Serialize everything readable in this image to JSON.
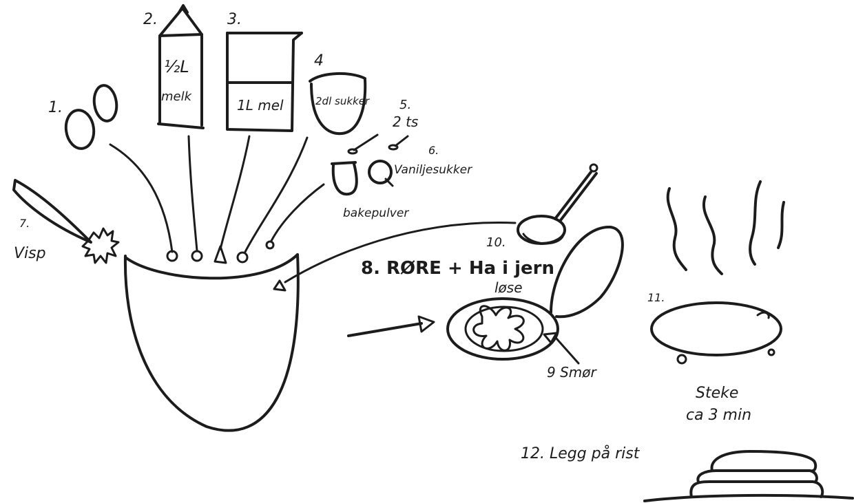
{
  "steps": {
    "s1": "1.",
    "s2": "2.",
    "s3": "3.",
    "s4": "4",
    "s5": "5.",
    "s6": "6.",
    "s7": "7.",
    "s10": "10.",
    "s11": "11."
  },
  "labels": {
    "milk_amount": "½L",
    "milk_name": "melk",
    "flour": "1L mel",
    "sugar": "2dl sukker",
    "tsp": "2 ts",
    "vanilla": "Vaniljesukker",
    "bakepowder": "bakepulver",
    "whisk": "Visp",
    "stir": "8. RØRE + Ha i jern",
    "pour": "løse",
    "butter": "9 Smør",
    "bake_line1": "Steke",
    "bake_line2": "ca 3 min",
    "stack": "12. Legg på rist"
  }
}
